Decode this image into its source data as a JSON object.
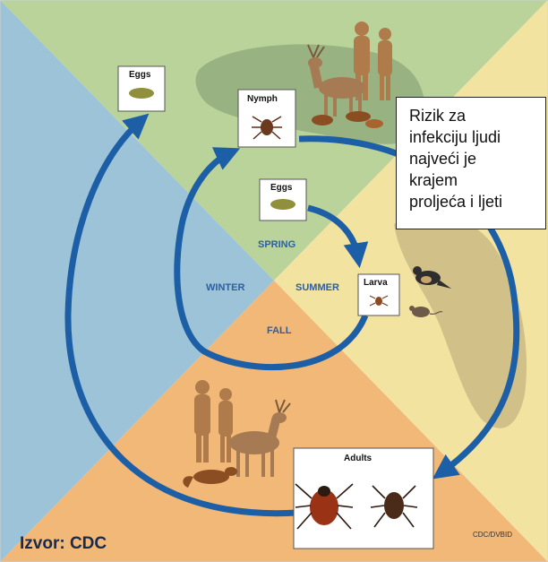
{
  "seasons": {
    "spring": "SPRING",
    "summer": "SUMMER",
    "fall": "FALL",
    "winter": "WINTER"
  },
  "stages": {
    "eggs_top": "Eggs",
    "eggs_inner": "Eggs",
    "nymph": "Nymph",
    "larva": "Larva",
    "adults": "Adults"
  },
  "callout": {
    "lines": [
      "Rizik za",
      "infekciju ljudi",
      "najveći je",
      "krajem",
      "proljeća i ljeti"
    ]
  },
  "source": "Izvor: CDC",
  "credit": "CDC/DVBID",
  "colors": {
    "spring_green": "#b9d39a",
    "summer_yellow": "#f3e3a0",
    "fall_orange": "#f1b878",
    "winter_blue": "#9dc3d8",
    "arrow_blue": "#1d5fa6",
    "risk_zone": "#8fa77a"
  }
}
